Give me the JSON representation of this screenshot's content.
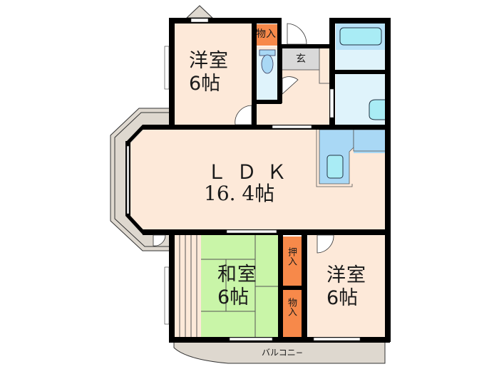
{
  "colors": {
    "room_floor": "#fde9d9",
    "tatami": "#c9f5a8",
    "closet": "#f7894a",
    "wet_area": "#dff3fb",
    "fixture": "#a9d8f5",
    "entrance": "#d9d9d9",
    "balcony": "#ded8cf",
    "wall": "#000000"
  },
  "rooms": {
    "western_room_top": {
      "name": "洋室",
      "size": "6帖"
    },
    "ldk": {
      "name": "ＬＤＫ",
      "size": "16. 4帖"
    },
    "japanese_room": {
      "name": "和室",
      "size": "6帖"
    },
    "western_room_bottom": {
      "name": "洋室",
      "size": "6帖"
    }
  },
  "labels": {
    "storage_top": "物入",
    "entrance": "玄",
    "closet_oshiire": "押入",
    "storage_bottom": "物入",
    "balcony": "バルコニ−"
  }
}
